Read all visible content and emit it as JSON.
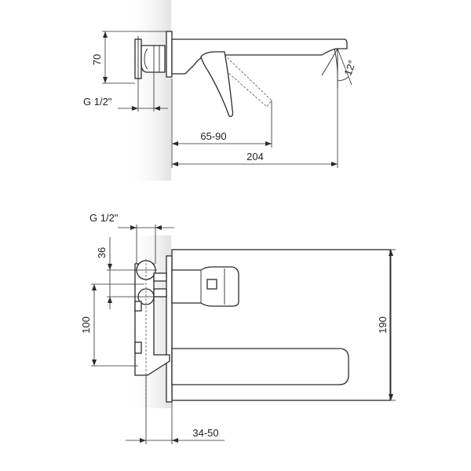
{
  "top_view": {
    "dim_height": "70",
    "dim_thread": "G 1/2\"",
    "dim_wall_range": "65-90",
    "dim_total_length": "204",
    "dim_angle": "12°"
  },
  "front_view": {
    "dim_thread": "G 1/2\"",
    "dim_offset": "36",
    "dim_spacing": "100",
    "dim_height": "190",
    "dim_depth_range": "34-50"
  },
  "colors": {
    "line": "#2b2b2b",
    "wall_shade": "#e6e6e6"
  }
}
